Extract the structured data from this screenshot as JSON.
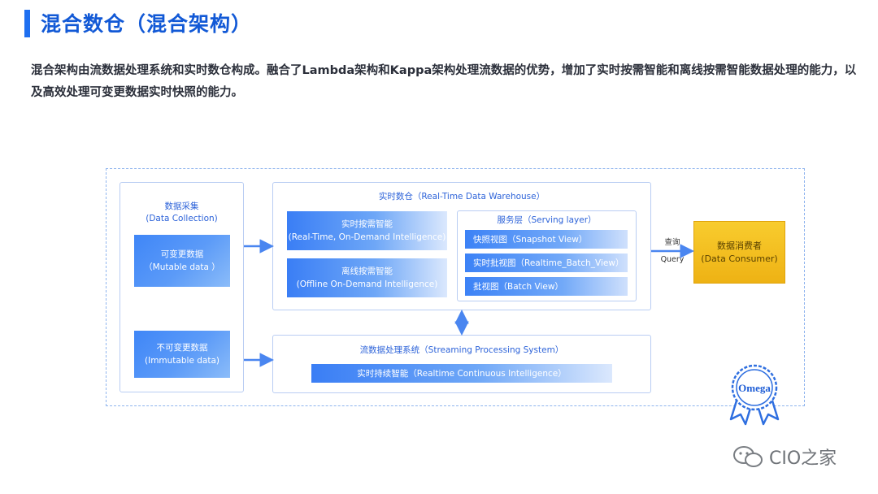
{
  "title": "混合数仓（混合架构）",
  "description": "混合架构由流数据处理系统和实时数仓构成。融合了Lambda架构和Kappa架构处理流数据的优势，增加了实时按需智能和离线按需智能数据处理的能力，以及高效处理可变更数据实时快照的能力。",
  "collection": {
    "title_cn": "数据采集",
    "title_en": "(Data Collection)",
    "mutable_cn": "可变更数据",
    "mutable_en": "（Mutable data ）",
    "immutable_cn": "不可变更数据",
    "immutable_en": "(Immutable data)"
  },
  "warehouse": {
    "title": "实时数仓（Real-Time Data Warehouse）",
    "rt_cn": "实时按需智能",
    "rt_en": "(Real-Time, On-Demand Intelligence)",
    "off_cn": "离线按需智能",
    "off_en": "(Offline On-Demand Intelligence)"
  },
  "serving": {
    "title": "服务层（Serving layer）",
    "items": [
      "快照视图（Snapshot View）",
      "实时批视图（Realtime_Batch_View）",
      "批视图（Batch View）"
    ]
  },
  "query": {
    "cn": "查询",
    "en": "Query"
  },
  "consumer": {
    "cn": "数据消费者",
    "en": "(Data Consumer)"
  },
  "streaming": {
    "title": "流数据处理系统（Streaming Processing System）",
    "item": "实时持续智能（Realtime Continuous Intelligence）"
  },
  "badge": "Omega",
  "watermark": "CIO之家",
  "colors": {
    "accent": "#1e6ff0",
    "consumer": "#f4c026",
    "arrow": "#4a86f0"
  }
}
